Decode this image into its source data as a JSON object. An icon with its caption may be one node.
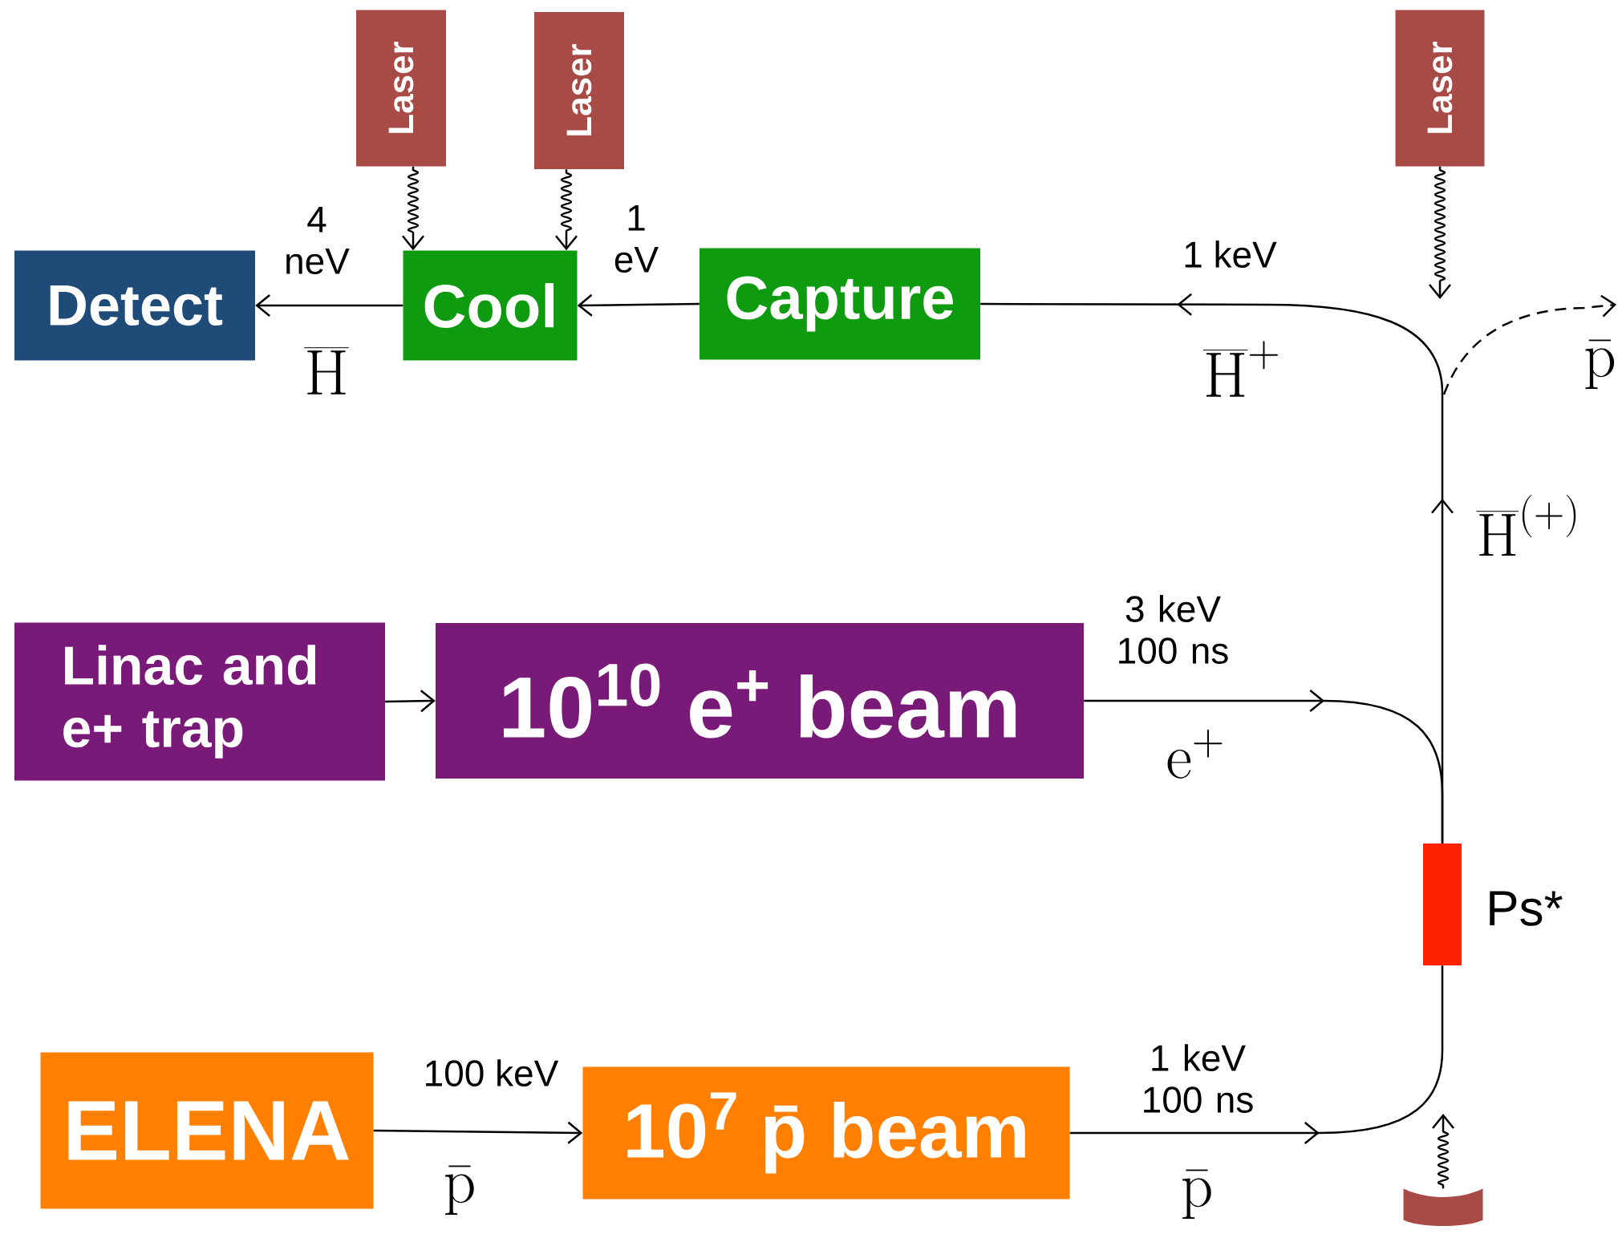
{
  "diagram": {
    "nodes": [
      {
        "text": [
          "Laser"
        ]
      },
      {
        "text": [
          "Laser"
        ]
      },
      {
        "text": [
          "Laser"
        ]
      },
      {
        "text": [
          "Detect"
        ]
      },
      {
        "text": [
          "Cool"
        ]
      },
      {
        "text": [
          "Capture"
        ]
      },
      {
        "text": [
          "Linac and e+ trap"
        ]
      },
      {
        "text": [
          "10$^{10}$ e$^{+}$ beam"
        ]
      },
      {
        "text": [],
        "shape": "bar",
        "beside": [
          "Ps*"
        ]
      },
      {
        "text": [
          "ELENA"
        ]
      },
      {
        "text": [
          "10$^{7}$ p̄ beam"
        ]
      },
      {
        "text": [],
        "shape": "dish"
      },
      {
        "text": [
          "\\bar{\\mathrm{p}}"
        ]
      }
    ],
    "edges": [
      {
        "from": 0,
        "to": 4,
        "arrow": "to"
      },
      {
        "from": 1,
        "to": 4,
        "arrow": "to"
      },
      {
        "from": 2,
        "to": null,
        "arrow": "to"
      },
      {
        "from": 11,
        "to": null,
        "arrow": "to"
      },
      {
        "from": 4,
        "to": 3,
        "arrow": "to",
        "label": "4 neV"
      },
      {
        "from": 5,
        "to": 4,
        "arrow": "to",
        "label": "1 eV"
      },
      {
        "from": 8,
        "to": 5,
        "arrow": "to",
        "label": "1 keV"
      },
      {
        "from": 6,
        "to": 7,
        "arrow": "to"
      },
      {
        "from": 7,
        "to": 8,
        "arrow": "to",
        "label": "3 keV 100 ns"
      },
      {
        "from": 9,
        "to": 10,
        "arrow": "to",
        "label": "100 keV"
      },
      {
        "from": 10,
        "to": 8,
        "arrow": "to",
        "label": "1 keV 100 ns"
      },
      {
        "from": null,
        "to": 12,
        "arrow": "to",
        "style": "dashed"
      }
    ],
    "labels": [
      "\\overline{\\mathrm{H}}",
      "\\overline{\\mathrm{H}}^{+}",
      "\\overline{\\mathrm{H}}^{(+)}",
      "\\mathrm{e}^{+}",
      "\\bar{\\mathrm{p}}",
      "\\bar{\\mathrm{p}}"
    ]
  }
}
